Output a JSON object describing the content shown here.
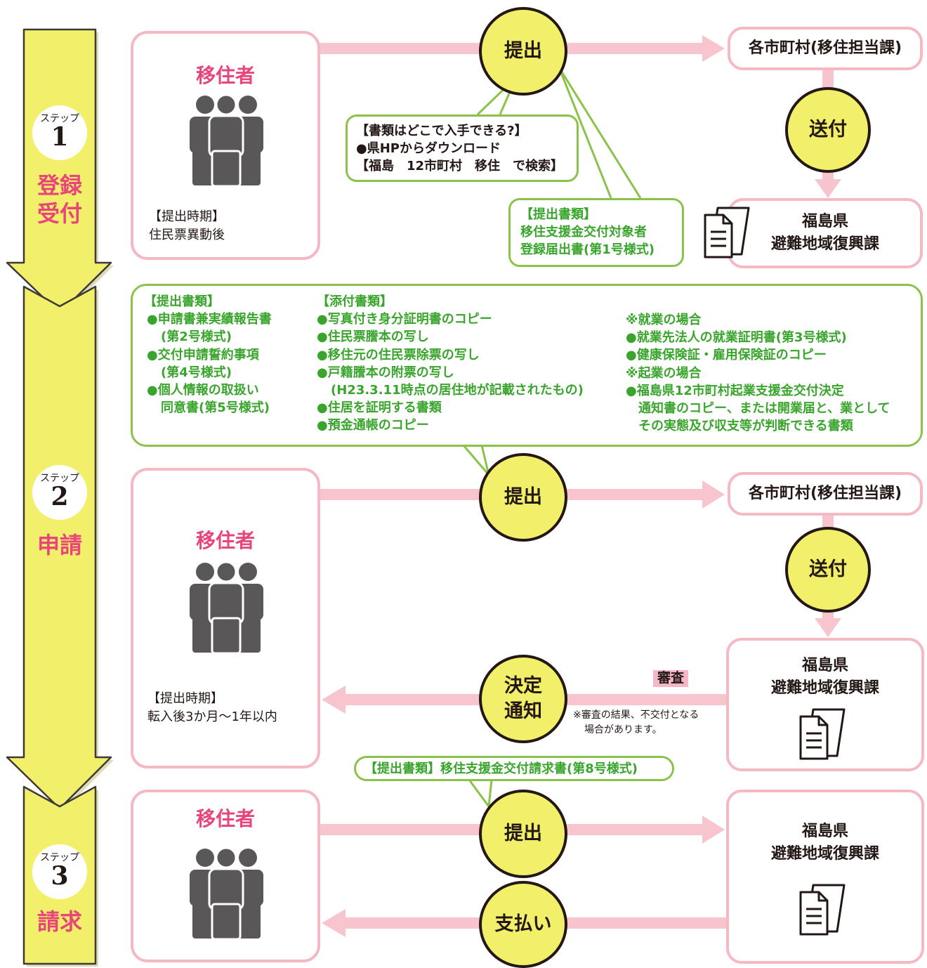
{
  "steps": [
    {
      "label": "ステップ",
      "num": "1",
      "name_lines": [
        "登録",
        "受付"
      ]
    },
    {
      "label": "ステップ",
      "num": "2",
      "name_lines": [
        "申請"
      ]
    },
    {
      "label": "ステップ",
      "num": "3",
      "name_lines": [
        "請求"
      ]
    }
  ],
  "common": {
    "migrant": "移住者",
    "submit": "提出",
    "send": "送付",
    "municipality": "各市町村(移住担当課)",
    "pref_line1": "福島県",
    "pref_line2": "避難地域復興課",
    "period_label": "【提出時期】"
  },
  "step1": {
    "period_value": "住民票異動後",
    "howto": [
      "【書類はどこで入手できる?】",
      "●県HPからダウンロード",
      "【福島　12市町村　移住　で検索】"
    ],
    "docs": [
      "【提出書類】",
      "移住支援金交付対象者",
      "登録届出書(第1号様式)"
    ]
  },
  "step2": {
    "period_value": "転入後3か月～1年以内",
    "submit_docs": [
      "【提出書類】",
      "●申請書兼実績報告書",
      "(第2号様式)",
      "●交付申請誓約事項",
      "(第4号様式)",
      "●個人情報の取扱い",
      "同意書(第5号様式)"
    ],
    "attach_docs": [
      "【添付書類】",
      "●写真付き身分証明書のコピー",
      "●住民票謄本の写し",
      "●移住元の住民票除票の写し",
      "●戸籍謄本の附票の写し",
      "(H23.3.11時点の居住地が記載されたもの)",
      "●住居を証明する書類",
      "●預金通帳のコピー"
    ],
    "cases": [
      "※就業の場合",
      "●就業先法人の就業証明書(第3号様式)",
      "●健康保険証・雇用保険証のコピー",
      "※起業の場合",
      "●福島県12市町村起業支援金交付決定",
      "通知書のコピー、または開業届と、業として",
      "その実態及び収支等が判断できる書類"
    ],
    "decision_lines": [
      "決定",
      "通知"
    ],
    "review": "審査",
    "review_note": [
      "※審査の結果、不交付となる",
      "場合があります。"
    ]
  },
  "step3": {
    "docs": "【提出書類】移住支援金交付請求書(第8号様式)",
    "payment": "支払い"
  },
  "colors": {
    "arrow_fill": "#f2ef6a",
    "box_border": "#f5b9c3",
    "flow_arrow": "#f8c5cf",
    "circle_fill": "#f2ef6a",
    "callout_border": "#8bc34a",
    "green_text": "#3aa52c",
    "pink_text": "#e8457b",
    "person": "#595757"
  }
}
